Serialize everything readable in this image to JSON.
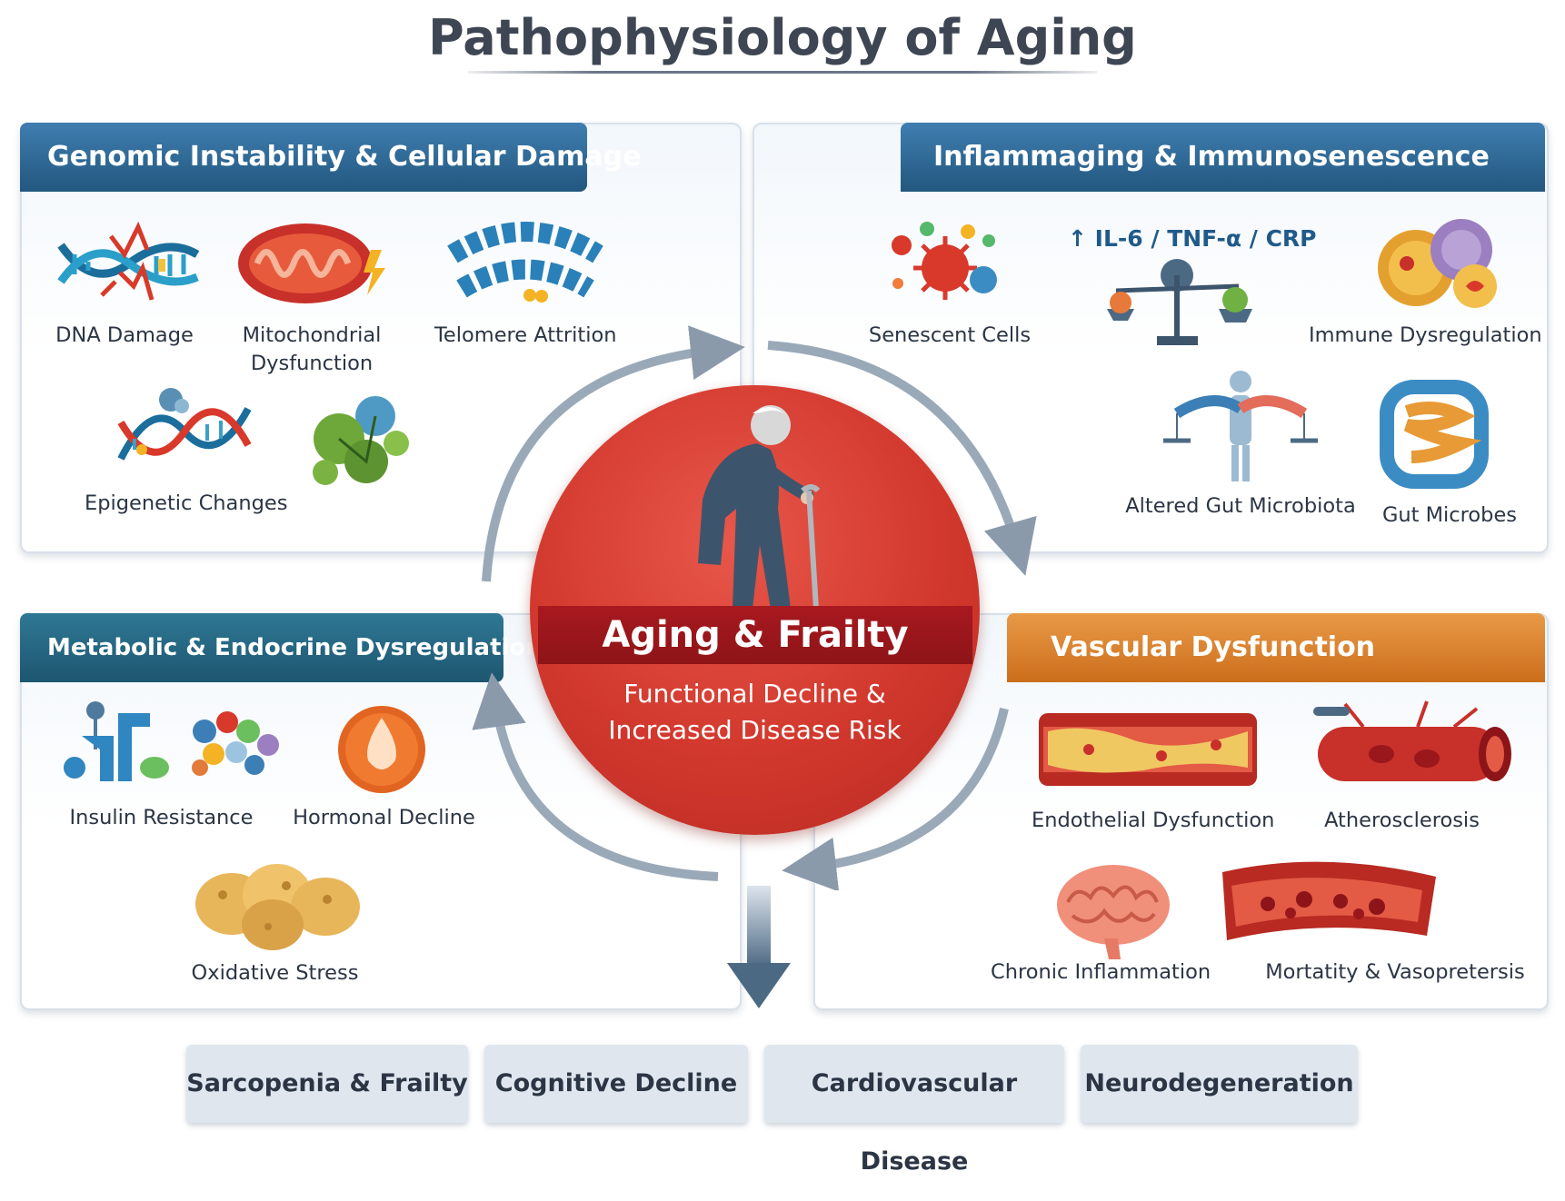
{
  "title": "Pathophysiology of Aging",
  "center": {
    "title": "Aging & Frailty",
    "subtitle_line1": "Functional Decline &",
    "subtitle_line2": "Increased Disease Risk"
  },
  "panels": {
    "genomic": {
      "header": "Genomic Instability & Cellular Damage",
      "items": {
        "dna": "DNA Damage",
        "mito_line1": "Mitochondrial",
        "mito_line2": "Dysfunction",
        "telomere": "Telomere Attrition",
        "epigenetic": "Epigenetic Changes"
      }
    },
    "inflammaging": {
      "header": "Inflammaging & Immunosenescence",
      "items": {
        "senescent": "Senescent Cells",
        "markers": "↑ IL-6 / TNF-α / CRP",
        "immune": "Immune Dysregulation",
        "gut_microbiota": "Altered Gut Microbiota",
        "gut_microbes": "Gut Microbes"
      }
    },
    "metabolic": {
      "header": "Metabolic & Endocrine Dysregulation",
      "items": {
        "insulin": "Insulin Resistance",
        "hormonal": "Hormonal Decline",
        "oxidative": "Oxidative Stress"
      }
    },
    "vascular": {
      "header": "Vascular Dysfunction",
      "items": {
        "endothelial": "Endothelial Dysfunction",
        "atherosclerosis": "Atherosclerosis",
        "chronic_inflammation": "Chronic Inflammation",
        "mortality": "Mortatity & Vasopretersis"
      }
    }
  },
  "outcomes": [
    "Sarcopenia & Frailty",
    "Cognitive Decline",
    "Cardiovascular Disease",
    "Neurodegeneration"
  ],
  "colors": {
    "header_blue": "#2a6591",
    "header_teal": "#236580",
    "header_orange": "#db8230",
    "center_red": "#d2382d",
    "band_dark_red": "#9a171c",
    "arrow_gray": "#8a9aab"
  }
}
